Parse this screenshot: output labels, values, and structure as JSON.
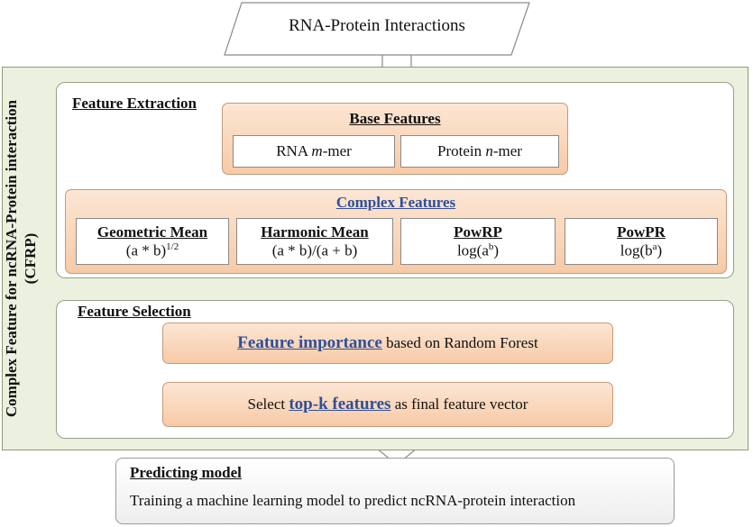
{
  "input": {
    "label": "RNA-Protein Interactions"
  },
  "framework": {
    "title_line1": "Complex Feature for ncRNA-Protein interaction",
    "title_line2": "(CFRP)"
  },
  "feature_extraction": {
    "title": "Feature Extraction",
    "base": {
      "title": "Base Features",
      "rna_prefix": "RNA ",
      "rna_italic": "m",
      "rna_suffix": "-mer",
      "protein_prefix": "Protein ",
      "protein_italic": "n",
      "protein_suffix": "-mer"
    },
    "complex": {
      "title": "Complex Features",
      "items": [
        {
          "name": "Geometric Mean",
          "formula_base": "(a * b)",
          "formula_sup": "1/2",
          "formula_tail": ""
        },
        {
          "name": "Harmonic Mean",
          "formula_base": "(a * b)/(a + b)",
          "formula_sup": "",
          "formula_tail": ""
        },
        {
          "name": "PowRP",
          "formula_base": "log(a",
          "formula_sup": "b",
          "formula_tail": ")"
        },
        {
          "name": "PowPR",
          "formula_base": "log(b",
          "formula_sup": "a",
          "formula_tail": ")"
        }
      ]
    }
  },
  "feature_selection": {
    "title": "Feature Selection",
    "step1": {
      "link": "Feature importance",
      "rest": " based on Random Forest"
    },
    "step2": {
      "pre": "Select ",
      "link": "top-k features",
      "rest": " as final feature vector"
    }
  },
  "predicting": {
    "title": "Predicting model",
    "text": "Training a machine learning model to predict ncRNA-protein interaction"
  }
}
